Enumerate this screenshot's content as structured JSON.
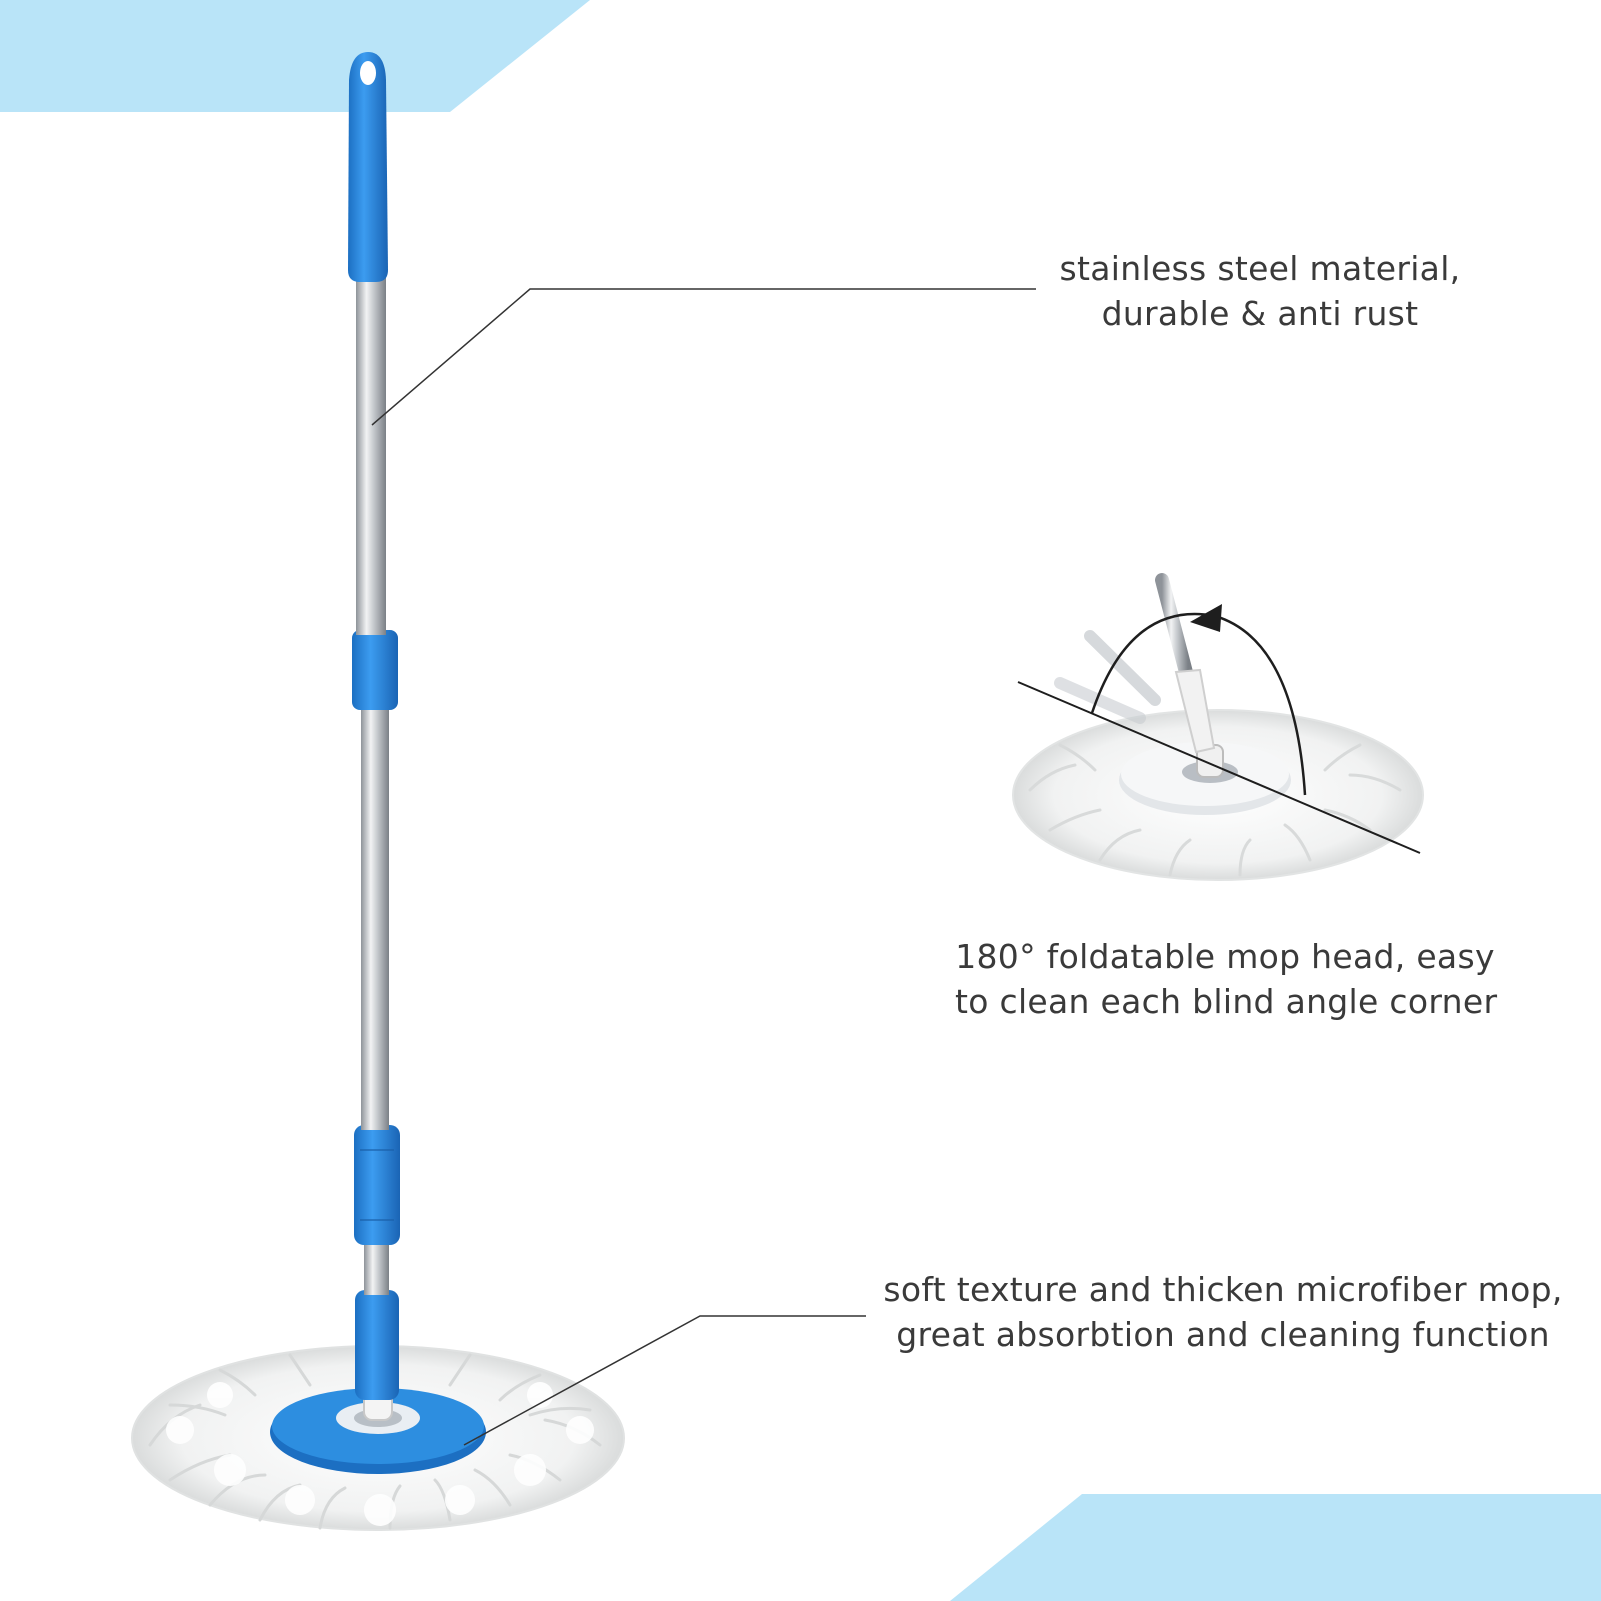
{
  "colors": {
    "accent_band": "#b9e4f8",
    "mop_blue": "#2d8ee0",
    "mop_blue_dark": "#1c6fc2",
    "steel": "#c9cdd1",
    "leader_line": "#333333",
    "text": "#3a3a3a"
  },
  "features": [
    {
      "lines": [
        "stainless steel material,",
        "durable & anti rust"
      ]
    },
    {
      "lines": [
        "180° foldatable mop head, easy",
        "to clean each blind angle corner"
      ]
    },
    {
      "lines": [
        "soft texture and thicken microfiber mop,",
        "great absorbtion and cleaning function"
      ]
    }
  ]
}
